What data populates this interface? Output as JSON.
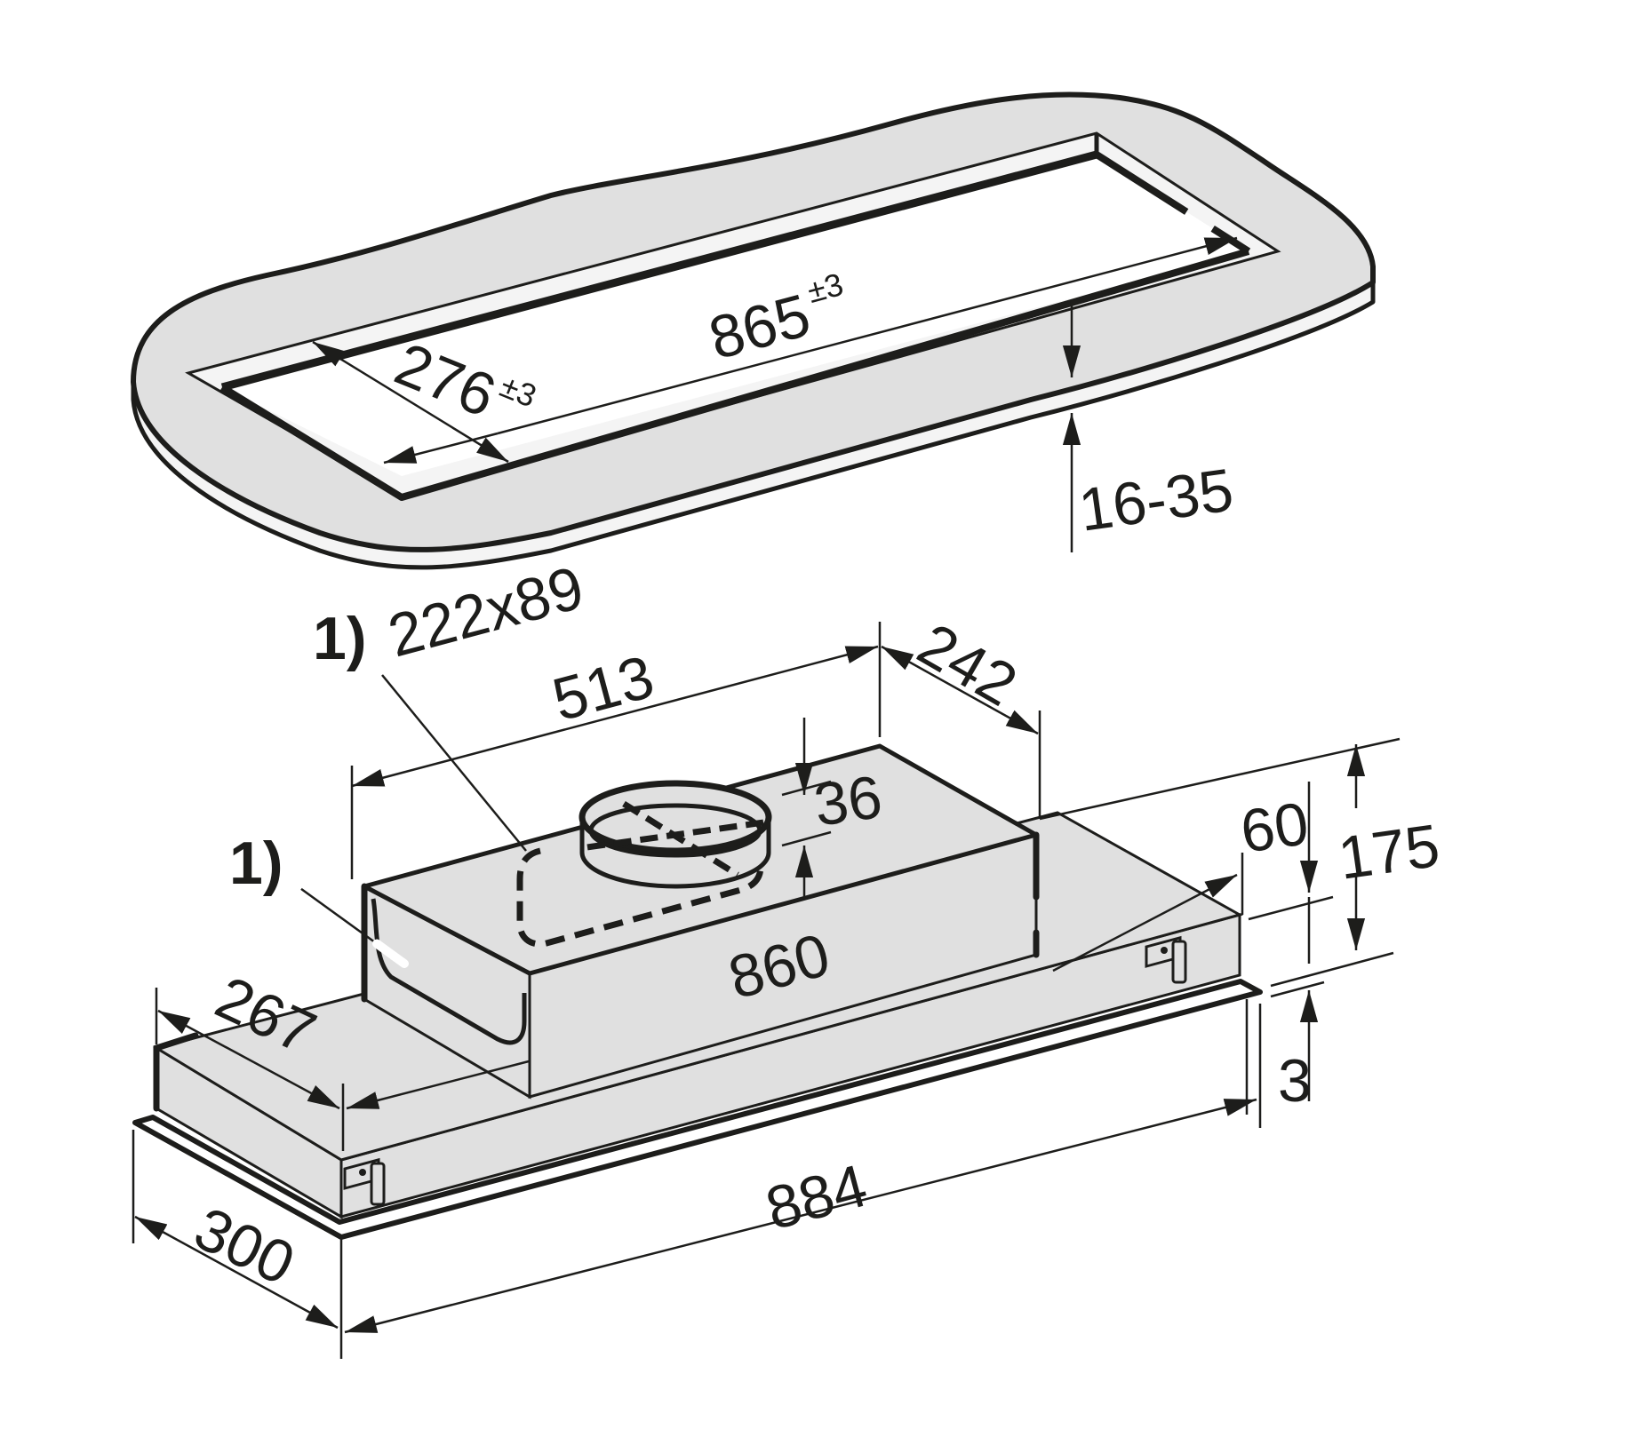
{
  "diagram": {
    "type": "technical dimension drawing",
    "subject": "built-in cooker hood with ceiling/cabinet cut-out",
    "colors": {
      "line": "#1d1d1b",
      "fill_surface": "#e0e0e0",
      "fill_edge": "#f4f4f4",
      "background": "#ffffff"
    },
    "cutout": {
      "length": {
        "value": "865",
        "tolerance": "±3"
      },
      "depth": {
        "value": "276",
        "tolerance": "±3"
      },
      "panel_thickness": "16-35"
    },
    "hood": {
      "outlet_note_marker": "1)",
      "outlet_note_size": "222x89",
      "side_outlet_marker": "1)",
      "outlet_offset_length": "513",
      "outlet_offset_depth": "242",
      "spigot_height": "36",
      "housing_length": "860",
      "housing_depth": "267",
      "upper_height": "60",
      "total_height": "175",
      "frame_thickness": "3",
      "frame_length": "884",
      "frame_depth": "300"
    }
  }
}
